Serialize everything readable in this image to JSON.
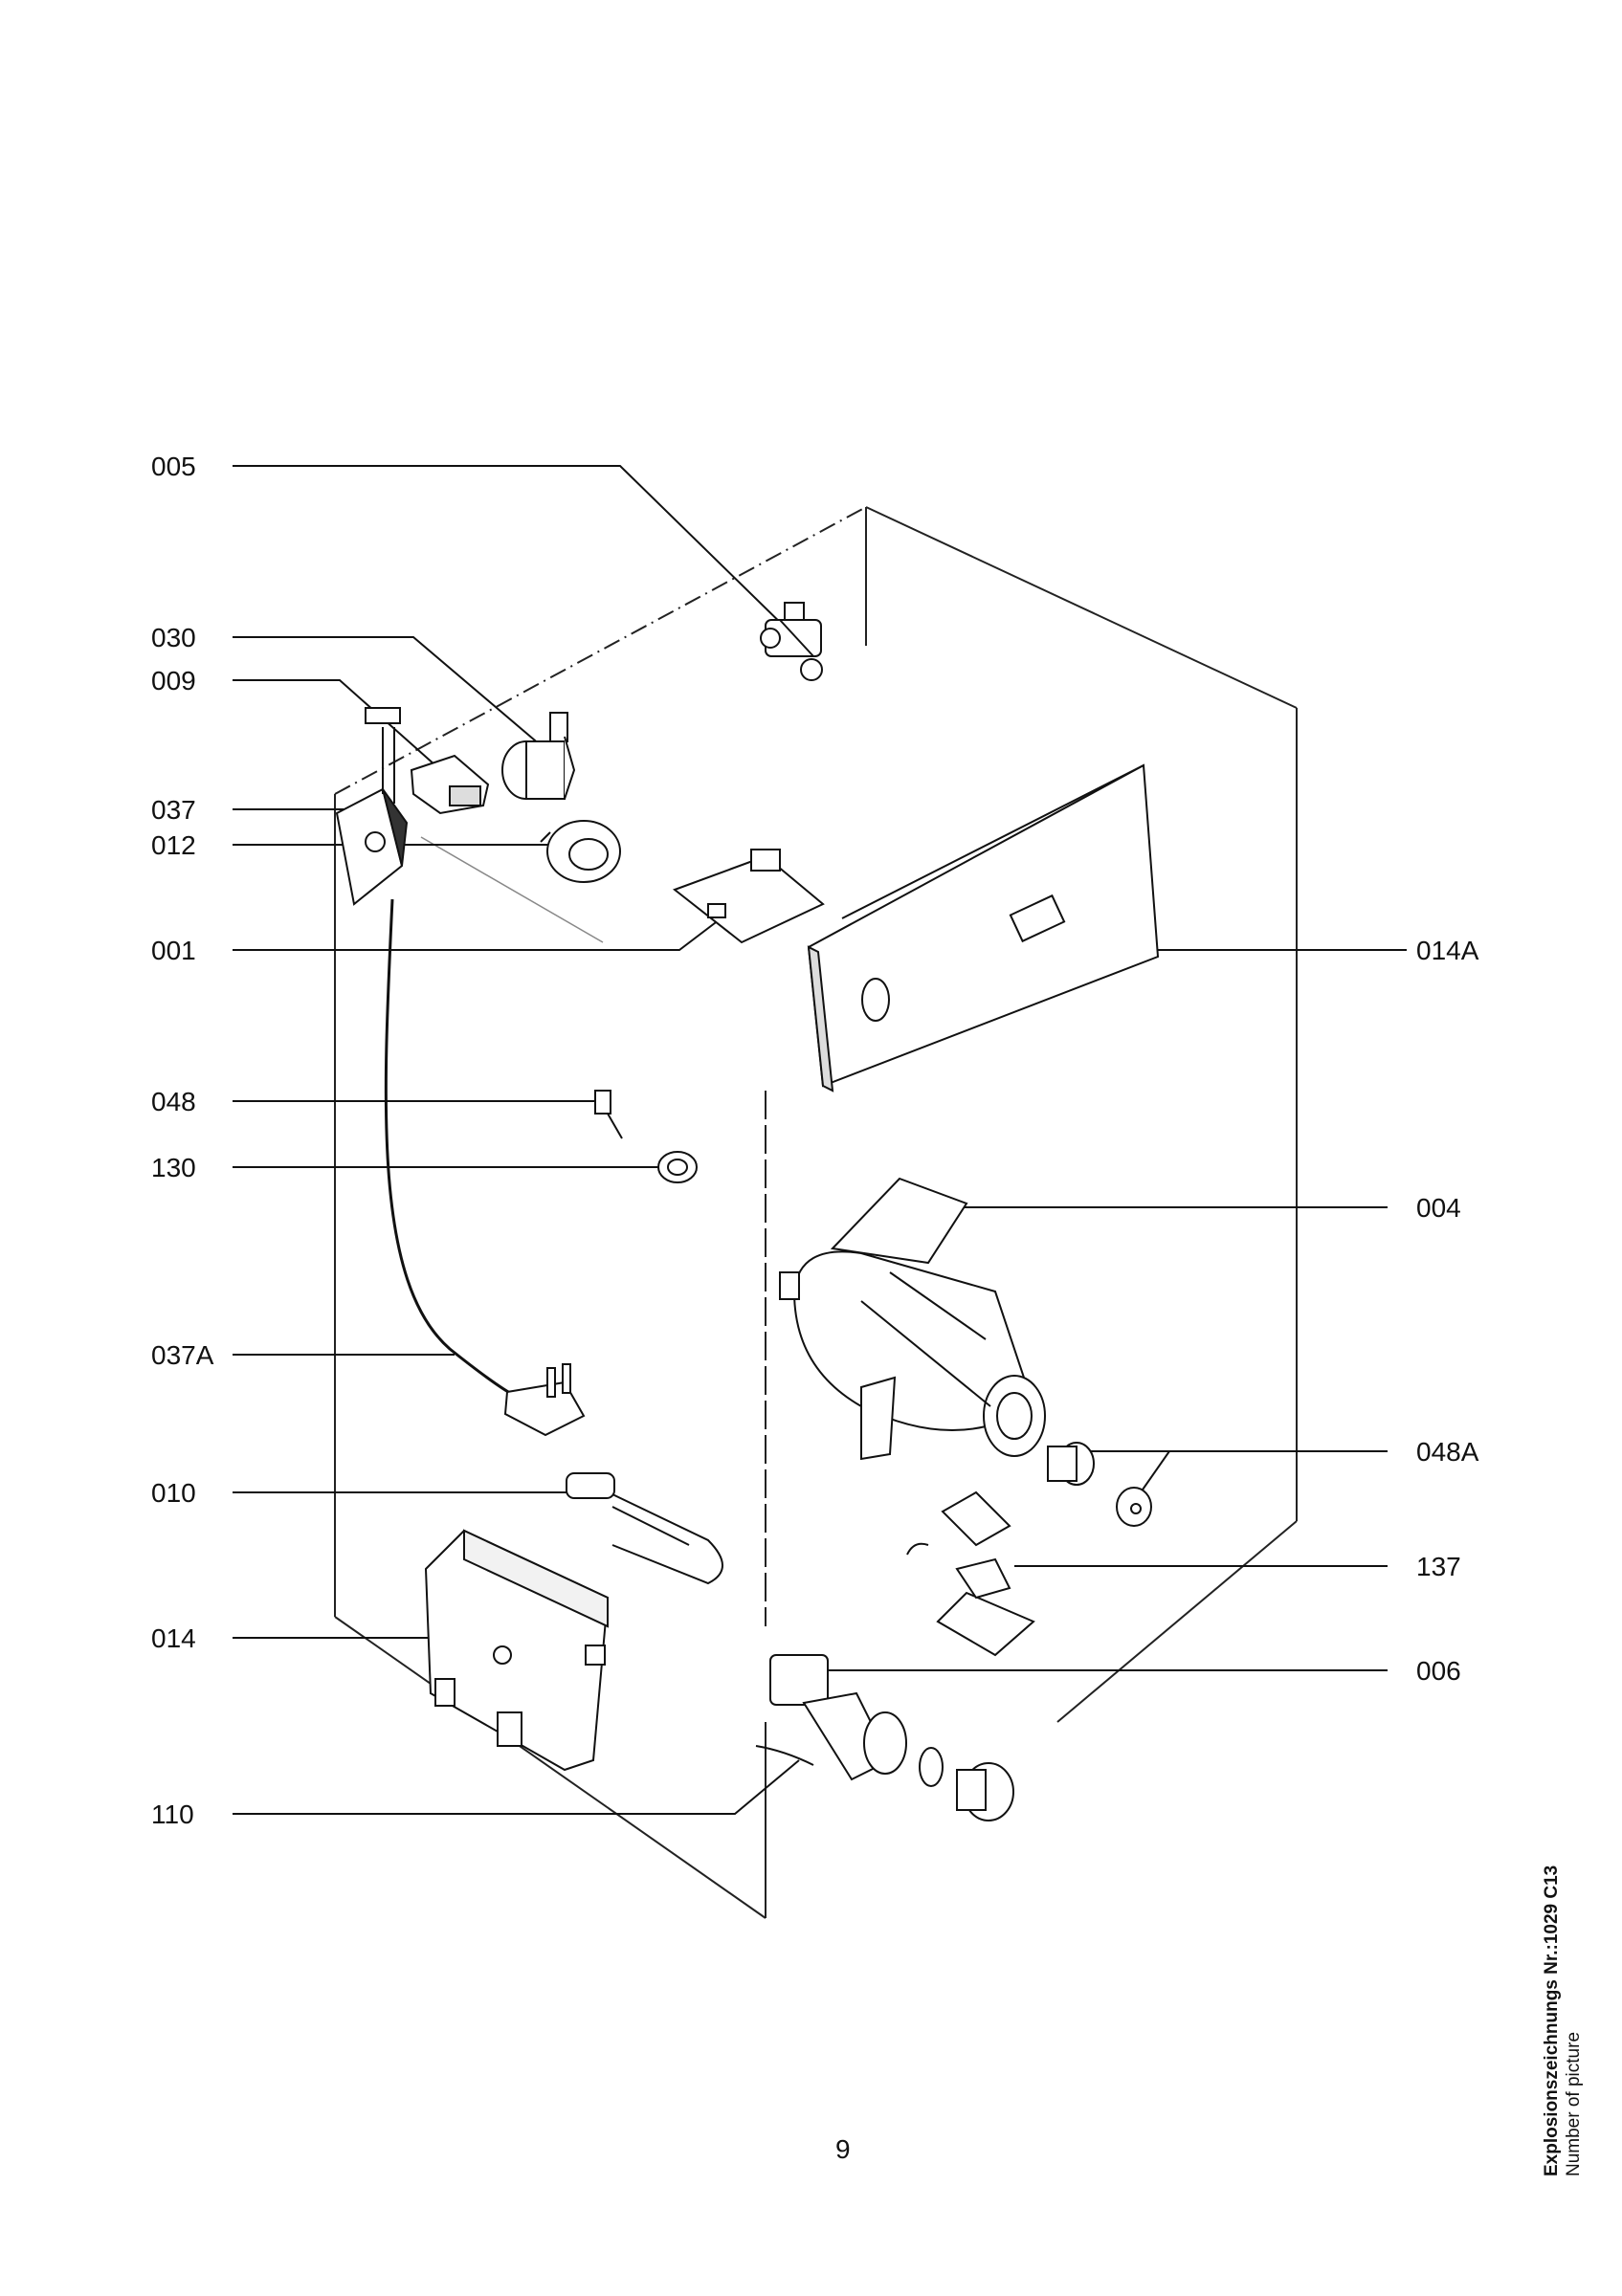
{
  "labels": {
    "l005": "005",
    "l030": "030",
    "l009": "009",
    "l037": "037",
    "l012": "012",
    "l001": "001",
    "l048": "048",
    "l130": "130",
    "l037A": "037A",
    "l010": "010",
    "l014": "014",
    "l110": "110",
    "l014A": "014A",
    "l004": "004",
    "l048A": "048A",
    "l137": "137",
    "l006": "006"
  },
  "footer": {
    "picture_number": "Explosionszeichnungs Nr.:1029 C13",
    "picture_caption": "Number of picture",
    "page_number": "9"
  }
}
